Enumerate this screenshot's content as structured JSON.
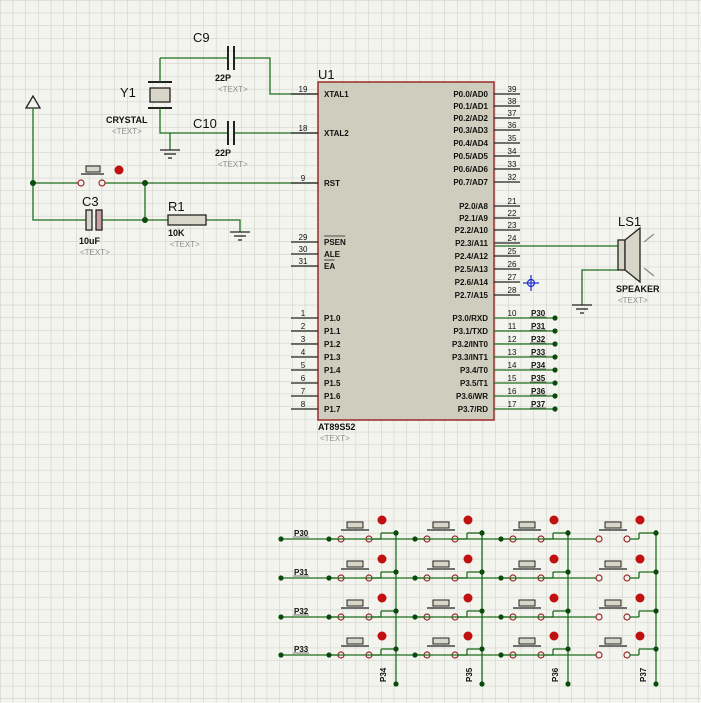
{
  "chip": {
    "ref": "U1",
    "part": "AT89S52",
    "text": "<TEXT>",
    "left_pins": [
      {
        "num": "19",
        "label": "XTAL1"
      },
      {
        "num": "18",
        "label": "XTAL2"
      },
      {
        "num": "9",
        "label": "RST"
      },
      {
        "num": "29",
        "label": "PSEN"
      },
      {
        "num": "30",
        "label": "ALE"
      },
      {
        "num": "31",
        "label": "EA"
      },
      {
        "num": "1",
        "label": "P1.0"
      },
      {
        "num": "2",
        "label": "P1.1"
      },
      {
        "num": "3",
        "label": "P1.2"
      },
      {
        "num": "4",
        "label": "P1.3"
      },
      {
        "num": "5",
        "label": "P1.4"
      },
      {
        "num": "6",
        "label": "P1.5"
      },
      {
        "num": "7",
        "label": "P1.6"
      },
      {
        "num": "8",
        "label": "P1.7"
      }
    ],
    "right_pins": [
      {
        "num": "39",
        "label": "P0.0/AD0"
      },
      {
        "num": "38",
        "label": "P0.1/AD1"
      },
      {
        "num": "37",
        "label": "P0.2/AD2"
      },
      {
        "num": "36",
        "label": "P0.3/AD3"
      },
      {
        "num": "35",
        "label": "P0.4/AD4"
      },
      {
        "num": "34",
        "label": "P0.5/AD5"
      },
      {
        "num": "33",
        "label": "P0.6/AD6"
      },
      {
        "num": "32",
        "label": "P0.7/AD7"
      },
      {
        "num": "21",
        "label": "P2.0/A8"
      },
      {
        "num": "22",
        "label": "P2.1/A9"
      },
      {
        "num": "23",
        "label": "P2.2/A10"
      },
      {
        "num": "24",
        "label": "P2.3/A11"
      },
      {
        "num": "25",
        "label": "P2.4/A12"
      },
      {
        "num": "26",
        "label": "P2.5/A13"
      },
      {
        "num": "27",
        "label": "P2.6/A14"
      },
      {
        "num": "28",
        "label": "P2.7/A15"
      },
      {
        "num": "10",
        "label": "P3.0/RXD",
        "net": "P30"
      },
      {
        "num": "11",
        "label": "P3.1/TXD",
        "net": "P31"
      },
      {
        "num": "12",
        "label": "P3.2/INT0",
        "net": "P32"
      },
      {
        "num": "13",
        "label": "P3.3/INT1",
        "net": "P33"
      },
      {
        "num": "14",
        "label": "P3.4/T0",
        "net": "P34"
      },
      {
        "num": "15",
        "label": "P3.5/T1",
        "net": "P35"
      },
      {
        "num": "16",
        "label": "P3.6/WR",
        "net": "P36"
      },
      {
        "num": "17",
        "label": "P3.7/RD",
        "net": "P37"
      }
    ]
  },
  "components": {
    "c9": {
      "ref": "C9",
      "value": "22P",
      "text": "<TEXT>"
    },
    "c10": {
      "ref": "C10",
      "value": "22P",
      "text": "<TEXT>"
    },
    "y1": {
      "ref": "Y1",
      "value": "CRYSTAL",
      "text": "<TEXT>"
    },
    "c3": {
      "ref": "C3",
      "value": "10uF",
      "text": "<TEXT>"
    },
    "r1": {
      "ref": "R1",
      "value": "10K",
      "text": "<TEXT>"
    },
    "ls1": {
      "ref": "LS1",
      "value": "SPEAKER",
      "text": "<TEXT>"
    }
  },
  "keypad": {
    "row_nets": [
      "P30",
      "P31",
      "P32",
      "P33"
    ],
    "col_nets": [
      "P34",
      "P35",
      "P36",
      "P37"
    ]
  },
  "colors": {
    "wire": "#1f6e1f",
    "outline": "#9a2a2a",
    "chip_fill": "#cfcdbd",
    "grid": "#cdcdc6",
    "junction": "#0a4a0a",
    "red_dot": "#c01010"
  }
}
